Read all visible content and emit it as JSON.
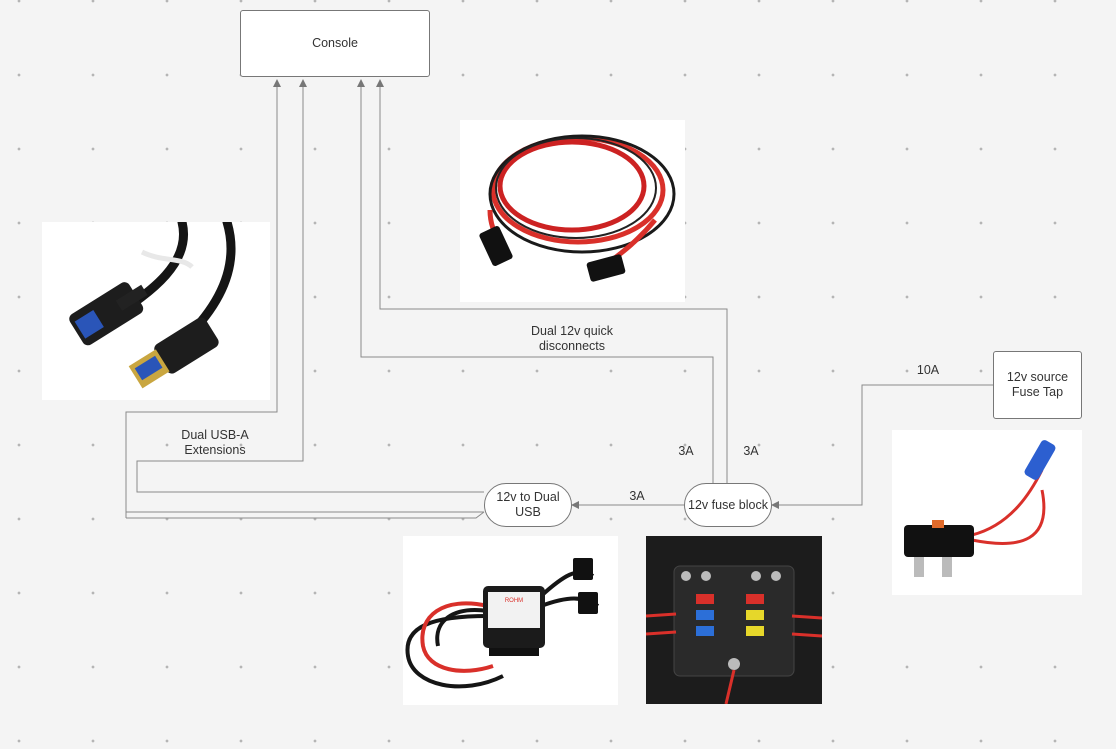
{
  "nodes": {
    "console": "Console",
    "fuse_tap": "12v source\nFuse Tap",
    "fuse_block": "12v fuse block",
    "usb_converter": "12v to Dual\nUSB"
  },
  "edge_labels": {
    "quick_disconnects": "Dual 12v quick\ndisconnects",
    "usb_extensions": "Dual USB-A\nExtensions",
    "tap_to_block": "10A",
    "block_to_usb": "3A",
    "block_to_console_a": "3A",
    "block_to_console_b": "3A"
  },
  "photos": {
    "usb_cable": "usb-a-extension-cable",
    "red_black_cable": "12v-quick-disconnect-cable",
    "usb_converter": "12v-to-usb-converter",
    "fuse_block": "fuse-block",
    "fuse_tap": "add-a-circuit-fuse-tap"
  },
  "colors": {
    "wire": "#8a8a8a",
    "node_border": "#777777",
    "cable_red": "#d9302a",
    "cable_black": "#1a1a1a"
  }
}
